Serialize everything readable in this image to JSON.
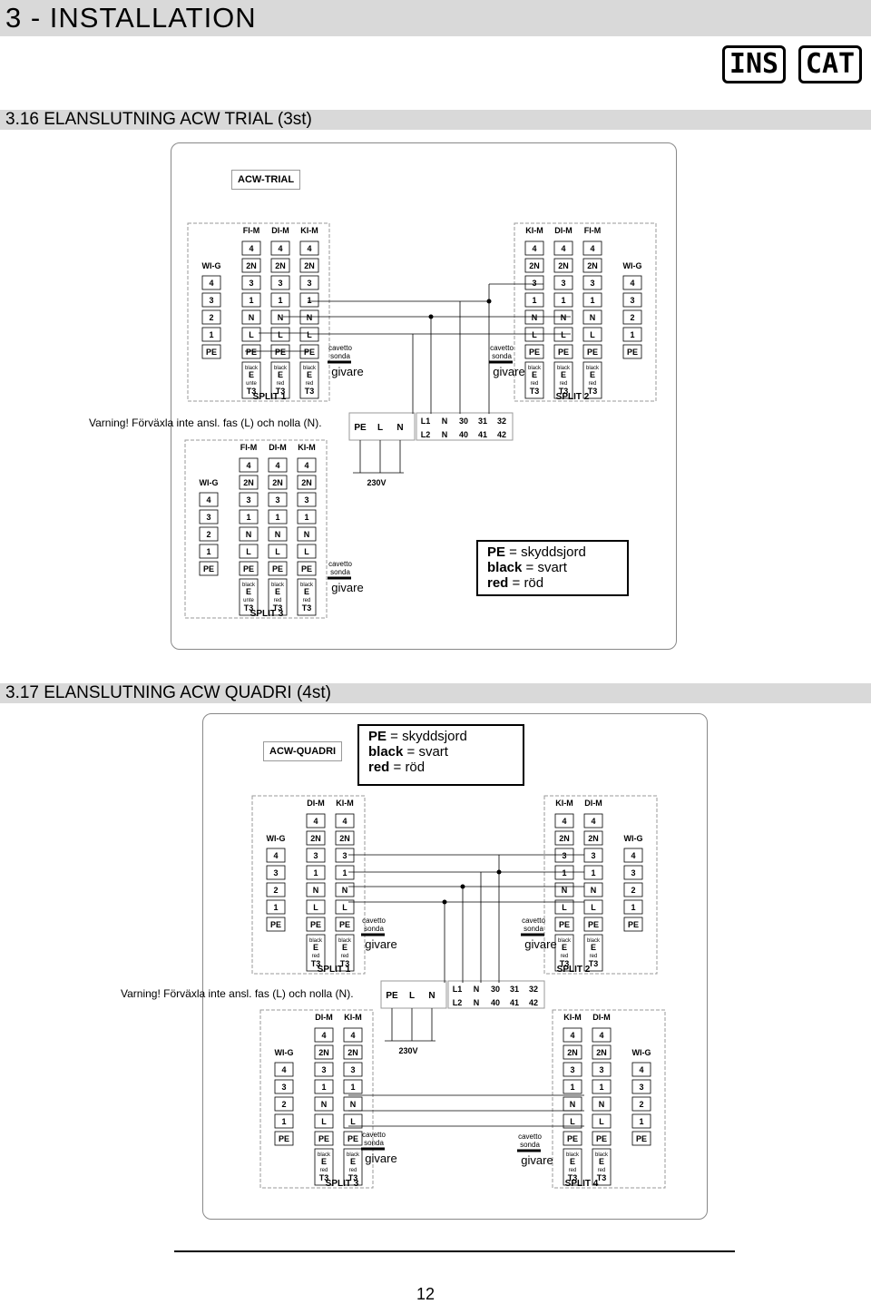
{
  "header": {
    "title": "3 - INSTALLATION",
    "logos": [
      "INS",
      "CAT"
    ]
  },
  "section1": {
    "heading": "3.16   ELANSLUTNING ACW TRIAL (3st)",
    "model_label": "ACW-TRIAL",
    "warning": "Varning! Förväxla inte ansl.  fas (L) och nolla (N).",
    "sensor_label": "givare",
    "legend": [
      {
        "term": "PE",
        "meaning": " = skyddsjord"
      },
      {
        "term": "black",
        "meaning": " = svart"
      },
      {
        "term": "red",
        "meaning": " = röd"
      }
    ]
  },
  "section2": {
    "heading": "3.17   ELANSLUTNING ACW QUADRI (4st)",
    "model_label": "ACW-QUADRI",
    "warning": "Varning! Förväxla inte ansl.  fas (L) och nolla (N).",
    "sensor_label": "givare",
    "legend": [
      {
        "term": "PE",
        "meaning": " = skyddsjord"
      },
      {
        "term": "black",
        "meaning": " = svart"
      },
      {
        "term": "red",
        "meaning": " = röd"
      }
    ]
  },
  "diagram": {
    "terminal_cols": [
      "FI-M",
      "DI-M",
      "KI-M"
    ],
    "wig_label": "WI-G",
    "wig_rows": [
      "4",
      "3",
      "2",
      "1",
      "PE"
    ],
    "module_rows": [
      "4",
      "2N",
      "3",
      "1",
      "N",
      "L",
      "PE"
    ],
    "wire_black": "black",
    "wire_red": "red",
    "wire_unused": "unte",
    "term_e": "E",
    "term_t3": "T3",
    "probe_text": [
      "cavetto",
      "sonda"
    ],
    "split_labels": [
      "SPLIT 1",
      "SPLIT 2",
      "SPLIT 3",
      "SPLIT 4"
    ],
    "supply_left": [
      "PE",
      "L",
      "N"
    ],
    "supply_top": [
      "L1",
      "N",
      "30",
      "31",
      "32"
    ],
    "supply_bottom": [
      "L2",
      "N",
      "40",
      "41",
      "42"
    ],
    "voltage": "230V"
  },
  "footer": {
    "page_number": "12"
  }
}
